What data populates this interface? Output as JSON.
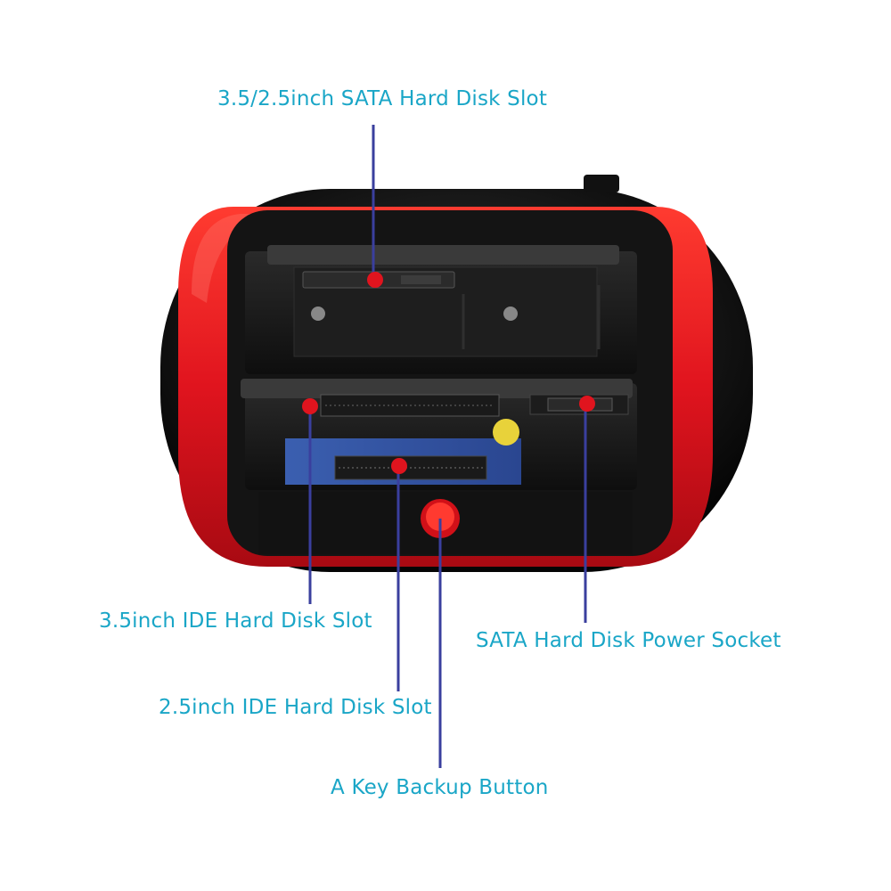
{
  "callouts": {
    "sata_slot": "3.5/2.5inch SATA Hard Disk Slot",
    "ide35_slot": "3.5inch IDE Hard Disk Slot",
    "sata_power": "SATA Hard Disk Power Socket",
    "ide25_slot": "2.5inch IDE Hard Disk Slot",
    "backup_button": "A Key Backup Button"
  },
  "colors": {
    "label_text": "#1aa6c7",
    "leader_line": "#3a3f9e",
    "marker_dot": "#e0141e",
    "body_red": "#e0141e",
    "body_black": "#1a1a1a"
  }
}
